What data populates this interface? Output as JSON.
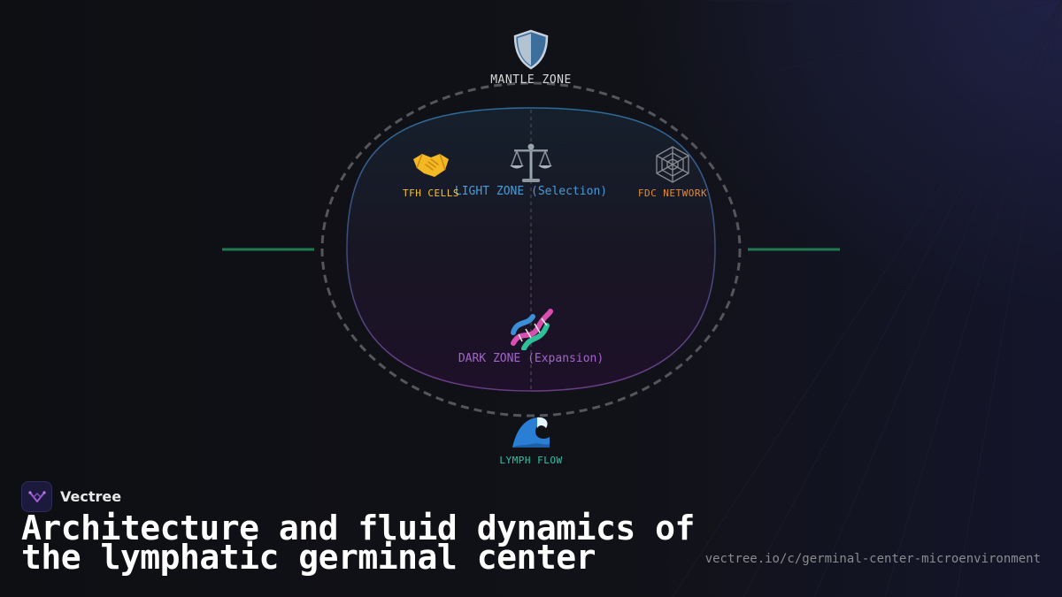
{
  "diagram": {
    "mantle_zone": {
      "label": "MANTLE ZONE",
      "icon": "shield-icon"
    },
    "light_zone": {
      "label": "LIGHT ZONE (Selection)",
      "icon": "balance-scale-icon",
      "color": "#4a9bd6"
    },
    "tfh_cells": {
      "label": "TFH CELLS",
      "icon": "handshake-icon",
      "color": "#f2c230"
    },
    "fdc_network": {
      "label": "FDC NETWORK",
      "icon": "spider-web-icon",
      "color": "#e38a3a"
    },
    "dark_zone": {
      "label": "DARK ZONE (Expansion)",
      "icon": "dna-icon",
      "color": "#a066c9"
    },
    "lymph_flow": {
      "label": "LYMPH FLOW",
      "icon": "wave-icon",
      "color": "#33c1a8"
    }
  },
  "footer": {
    "brand_name": "Vectree",
    "title_line1": "Architecture and fluid dynamics of",
    "title_line2": "the lymphatic germinal center",
    "url": "vectree.io/c/germinal-center-microenvironment"
  }
}
